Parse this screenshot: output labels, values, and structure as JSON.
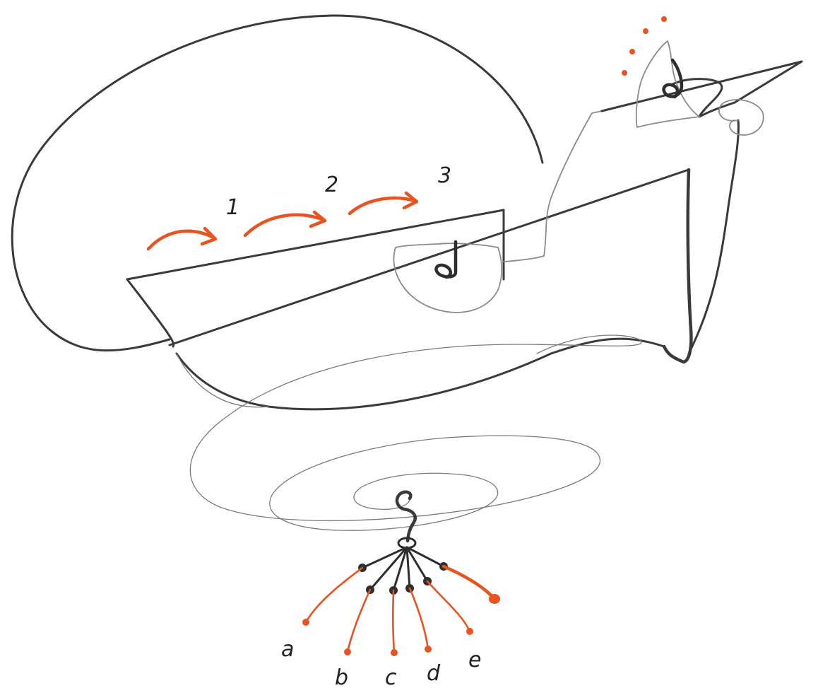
{
  "colors": {
    "ink": "#333333",
    "ink_light": "#8a8a8a",
    "accent": "#e8531f"
  },
  "step_labels": [
    "1",
    "2",
    "3"
  ],
  "strand_labels": [
    "a",
    "b",
    "c",
    "d",
    "e"
  ]
}
